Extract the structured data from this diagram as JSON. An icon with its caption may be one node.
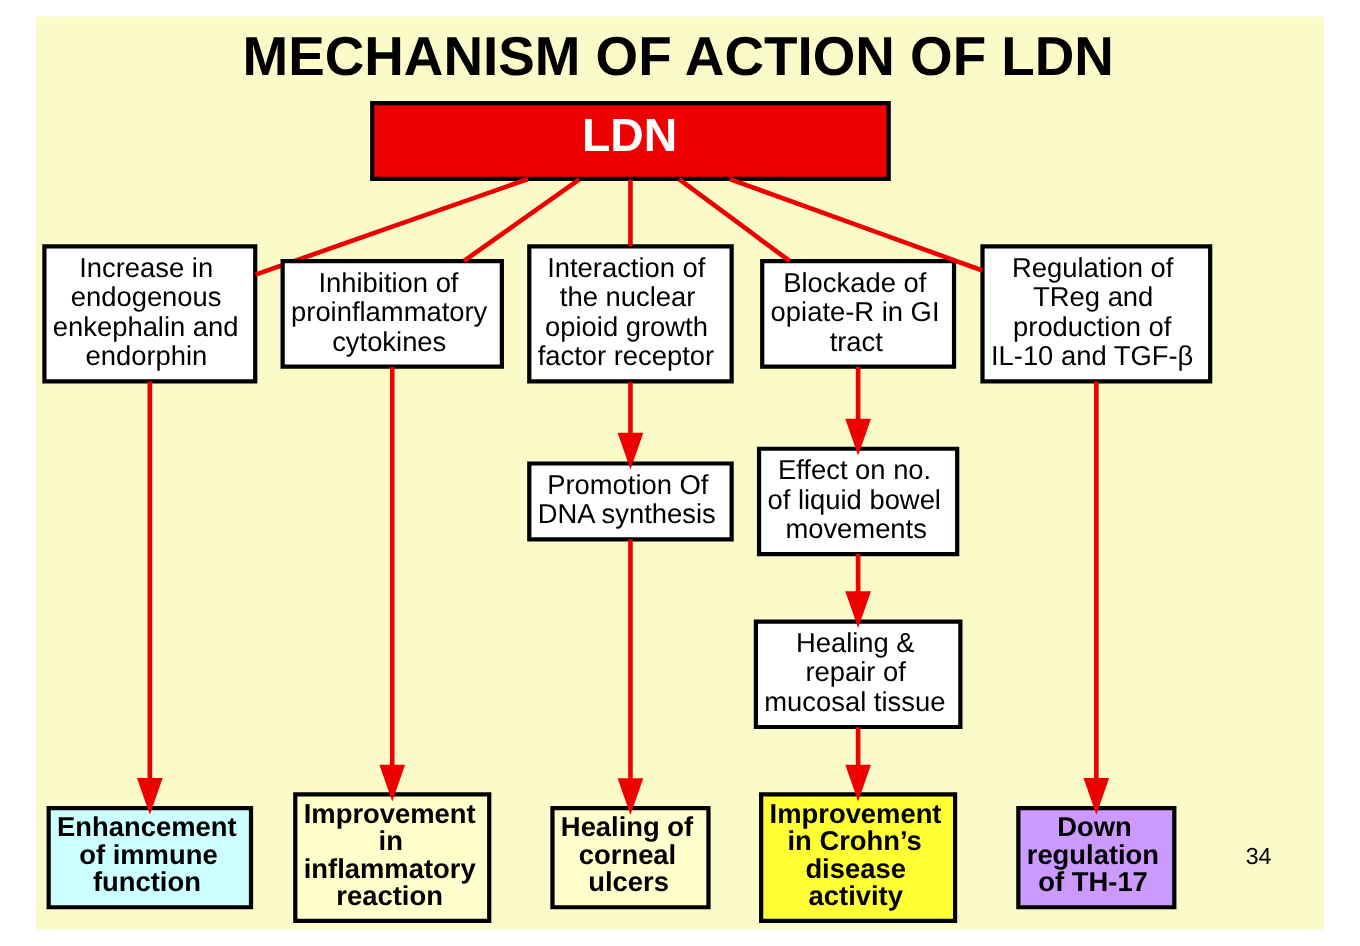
{
  "diagram": {
    "title": "MECHANISM OF ACTION OF LDN",
    "nodes": [
      {
        "text": [
          "LDN"
        ]
      },
      {
        "text": [
          "Increase in endogenous enkephalin and endorphin"
        ]
      },
      {
        "text": [
          "Inhibition of proinflammatory cytokines"
        ]
      },
      {
        "text": [
          "Interaction of the nuclear opioid growth factor receptor"
        ]
      },
      {
        "text": [
          "Blockade of opiate-R in GI tract"
        ]
      },
      {
        "text": [
          "Regulation of TReg and production of IL-10 and TGF-β"
        ]
      },
      {
        "text": [
          "Promotion Of DNA synthesis"
        ]
      },
      {
        "text": [
          "Effect on no. of liquid bowel movements"
        ]
      },
      {
        "text": [
          "Healing & repair of mucosal tissue"
        ]
      },
      {
        "text": [
          "Enhancement of immune function"
        ]
      },
      {
        "text": [
          "Improvement in inflammatory reaction"
        ]
      },
      {
        "text": [
          "Healing of corneal ulcers"
        ]
      },
      {
        "text": [
          "Improvement in Crohn’s disease activity"
        ]
      },
      {
        "text": [
          "Down regulation of TH-17"
        ]
      }
    ],
    "edges": [
      {
        "from": 0,
        "to": 1,
        "arrow": "none"
      },
      {
        "from": 0,
        "to": 2,
        "arrow": "none"
      },
      {
        "from": 0,
        "to": 3,
        "arrow": "none"
      },
      {
        "from": 0,
        "to": 4,
        "arrow": "none"
      },
      {
        "from": 0,
        "to": 5,
        "arrow": "none"
      },
      {
        "from": 1,
        "to": 9,
        "arrow": "to"
      },
      {
        "from": 2,
        "to": 10,
        "arrow": "to"
      },
      {
        "from": 3,
        "to": 6,
        "arrow": "to"
      },
      {
        "from": 6,
        "to": 11,
        "arrow": "to"
      },
      {
        "from": 4,
        "to": 7,
        "arrow": "to"
      },
      {
        "from": 7,
        "to": 8,
        "arrow": "to"
      },
      {
        "from": 8,
        "to": 12,
        "arrow": "to"
      },
      {
        "from": 5,
        "to": 13,
        "arrow": "to"
      }
    ],
    "labels": [
      "34"
    ]
  }
}
